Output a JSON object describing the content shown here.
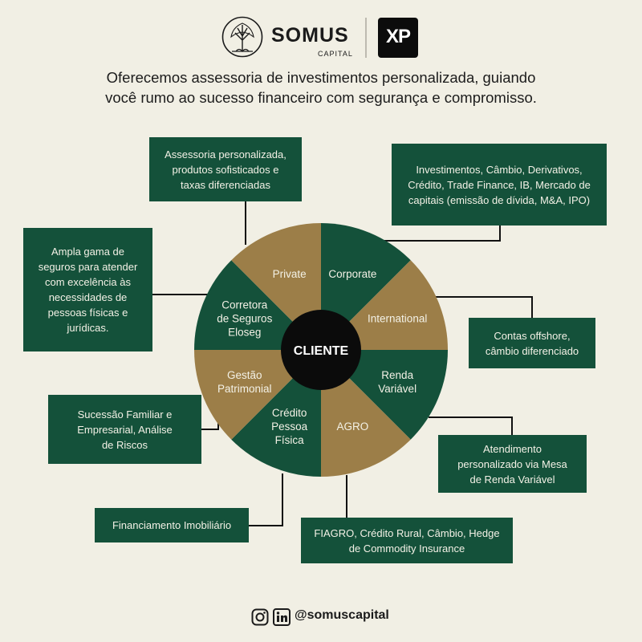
{
  "header": {
    "brand_name": "SOMUS",
    "brand_sub": "CAPITAL",
    "partner_logo_text": "XP"
  },
  "intro_lines": [
    "Oferecemos assessoria de investimentos personalizada, guiando",
    "você rumo ao sucesso financeiro com segurança e compromisso."
  ],
  "colors": {
    "background": "#f1efe4",
    "green": "#14513a",
    "gold": "#9c7e48",
    "center": "#0b0b0b",
    "text_light": "#f3f1e6",
    "connector": "#111111"
  },
  "center_label": "CLIENTE",
  "segments": [
    {
      "lines": [
        "Corporate"
      ],
      "color": "green"
    },
    {
      "lines": [
        "International"
      ],
      "color": "gold"
    },
    {
      "lines": [
        "Renda",
        "Variável"
      ],
      "color": "green"
    },
    {
      "lines": [
        "AGRO"
      ],
      "color": "gold"
    },
    {
      "lines": [
        "Crédito",
        "Pessoa",
        "Física"
      ],
      "color": "green"
    },
    {
      "lines": [
        "Gestão",
        "Patrimonial"
      ],
      "color": "gold"
    },
    {
      "lines": [
        "Corretora",
        "de Seguros",
        "Eloseg"
      ],
      "color": "green"
    },
    {
      "lines": [
        "Private"
      ],
      "color": "gold"
    }
  ],
  "info_boxes": {
    "private": [
      "Assessoria personalizada,",
      "produtos sofisticados e",
      "taxas diferenciadas"
    ],
    "corporate": [
      "Investimentos, Câmbio, Derivativos,",
      "Crédito, Trade Finance, IB, Mercado de",
      "capitais (emissão de dívida, M&A, IPO)"
    ],
    "seguros": [
      "Ampla gama de",
      "seguros para atender",
      "com excelência às",
      "necessidades de",
      "pessoas físicas e",
      "jurídicas."
    ],
    "international": [
      "Contas offshore,",
      "câmbio diferenciado"
    ],
    "gestao": [
      "Sucessão Familiar e",
      "Empresarial, Análise",
      "de Riscos"
    ],
    "renda": [
      "Atendimento",
      "personalizado via Mesa",
      "de Renda Variável"
    ],
    "credito": [
      "Financiamento Imobiliário"
    ],
    "agro": [
      "FIAGRO, Crédito Rural, Câmbio, Hedge",
      "de Commodity Insurance"
    ]
  },
  "footer": {
    "handle": "@somuscapital",
    "icons": [
      "instagram-icon",
      "linkedin-icon"
    ]
  }
}
